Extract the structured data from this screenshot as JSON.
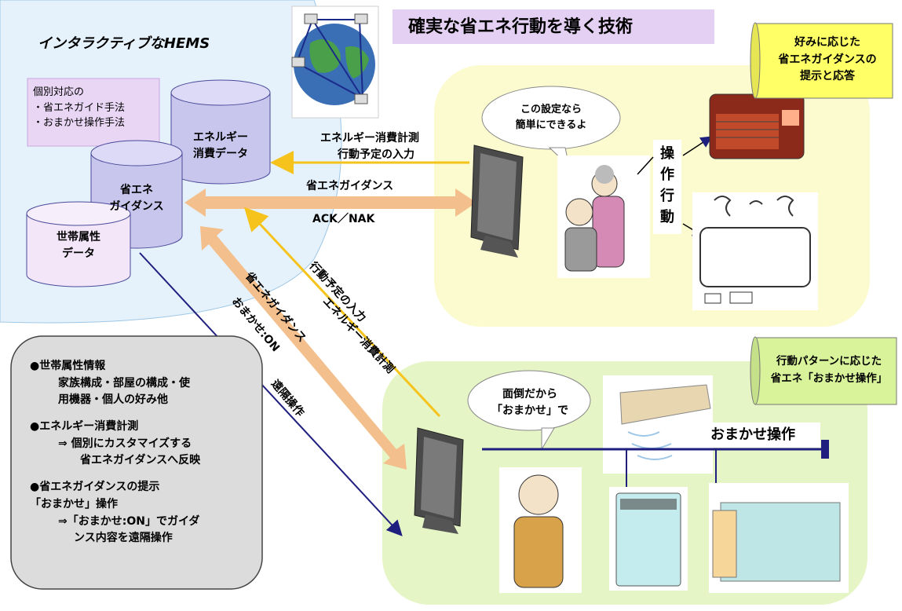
{
  "title": "確実な省エネ行動を導く技術",
  "hems_title": "インタラクティブなHEMS",
  "individual_box": {
    "heading": "個別対応の",
    "items": [
      "・省エネガイド手法",
      "・おまかせ操作手法"
    ]
  },
  "databases": {
    "energy": [
      "エネルギー",
      "消費データ"
    ],
    "guidance": [
      "省エネ",
      "ガイダンス"
    ],
    "household": [
      "世帯属性",
      "データ"
    ]
  },
  "arrows": {
    "energy_input_1": "エネルギー消費計測",
    "energy_input_2": "行動予定の入力",
    "guidance": "省エネガイダンス",
    "ack_nak": "ACK／NAK",
    "diag_energy_1": "エネルギー消費計測",
    "diag_energy_2": "行動予定の入力",
    "diag_guidance_1": "省エネガイダンス",
    "diag_guidance_2": "おまかせ:ON",
    "remote": "遠隔操作"
  },
  "scene1": {
    "bubble": [
      "この設定なら",
      "簡単にできるよ"
    ],
    "action_label": [
      "操",
      "作",
      "行",
      "動"
    ],
    "scroll": [
      "好みに応じた",
      "省エネガイダンスの",
      "提示と応答"
    ]
  },
  "scene2": {
    "bubble": [
      "面倒だから",
      "「おまかせ」で"
    ],
    "auto_label": "おまかせ操作",
    "scroll": [
      "行動パターンに応じた",
      "省エネ「おまかせ操作」"
    ]
  },
  "info_box": {
    "sections": [
      {
        "head": "●世帯属性情報",
        "lines": [
          "家族構成・部屋の構成・使",
          "用機器・個人の好み他"
        ]
      },
      {
        "head": "●エネルギー消費計測",
        "lines": [
          "⇒ 個別にカスタマイズする",
          "省エネガイダンスへ反映"
        ]
      },
      {
        "head": "●省エネガイダンスの提示",
        "lines": [
          "「おまかせ」操作",
          "⇒「おまかせ:ON」でガイダ",
          "ンス内容を遠隔操作"
        ]
      }
    ]
  },
  "colors": {
    "globe_bg": "#e6f2fb",
    "title_bg": "#e4d0f2",
    "scene_bg": "#fbfbcf",
    "scene2_bg": "#e6f5c6",
    "db_fill": "#c9c6ee",
    "orange_arrow": "#f3bf8c",
    "yellow_line": "#f5c31b",
    "navy_line": "#1f1f80",
    "info_bg": "#dcdcdc",
    "scroll_yellow": "#ffff66",
    "scroll_green": "#d8f39a"
  }
}
